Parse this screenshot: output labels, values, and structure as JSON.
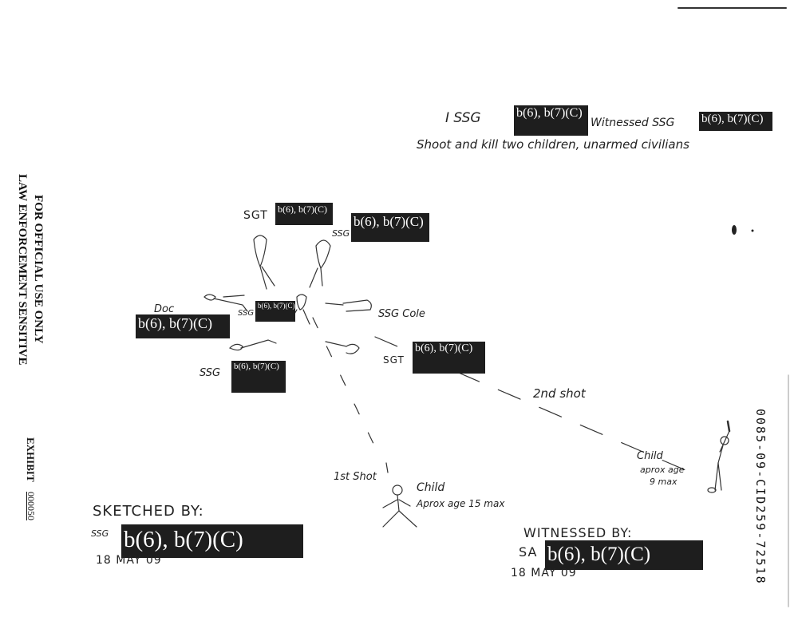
{
  "statement": {
    "line1_prefix": "I SSG",
    "line1_mid": "Witnessed SSG",
    "line2": "Shoot and kill two children, unarmed civilians"
  },
  "redaction_label": "b(6), b(7)(C)",
  "labels": {
    "sgt_top": "SGT",
    "ssg_top": "SSG",
    "doc": "Doc",
    "ssg_center": "SSG",
    "ssg_cole": "SSG Cole",
    "sgt_right": "SGT",
    "ssg_bottom": "SSG"
  },
  "shots": {
    "first": "1st Shot",
    "second": "2nd shot"
  },
  "children": {
    "child1_title": "Child",
    "child1_age": "Aprox age 15 max",
    "child2_title": "Child",
    "child2_age_line1": "aprox age",
    "child2_age_line2": "9 max"
  },
  "sketched": {
    "title": "SKETCHED BY:",
    "rank": "SSG",
    "date": "18 MAY 09"
  },
  "witnessed": {
    "title": "WITNESSED BY:",
    "rank": "SA",
    "date": "18 MAY 09"
  },
  "margin": {
    "official_use": "FOR OFFICIAL USE ONLY",
    "law_enforcement": "LAW ENFORCEMENT SENSITIVE",
    "exhibit_label": "EXHIBIT",
    "exhibit_number": "000050",
    "case_number": "0085-09-CID259-72518"
  }
}
